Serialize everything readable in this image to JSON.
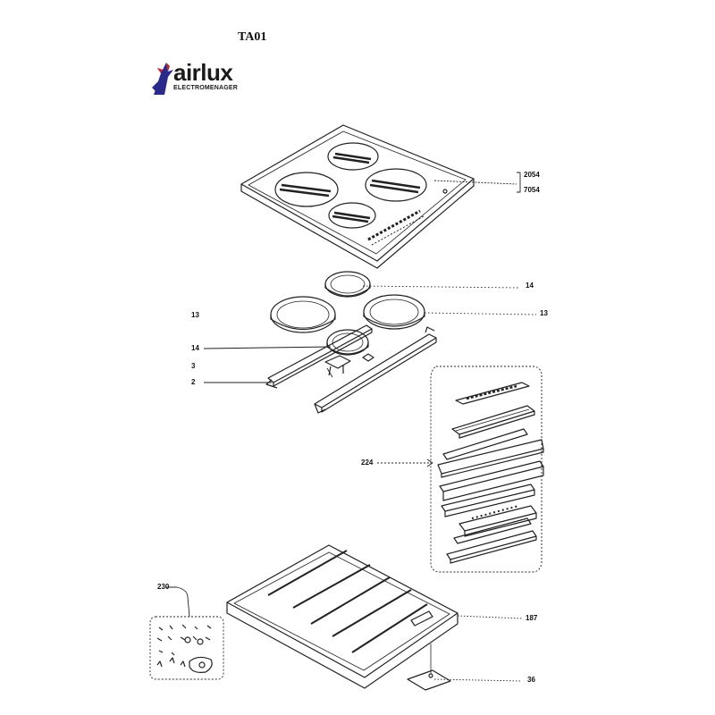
{
  "page": {
    "title": "TA01"
  },
  "brand": {
    "name": "airlux",
    "subtitle": "ELECTROMENAGER"
  },
  "callouts": [
    {
      "id": "hob-top-a",
      "label": "2054"
    },
    {
      "id": "hob-top-b",
      "label": "7054"
    },
    {
      "id": "small-ring-rear",
      "label": "14"
    },
    {
      "id": "large-ring-left",
      "label": "13"
    },
    {
      "id": "large-ring-right",
      "label": "13"
    },
    {
      "id": "small-ring-front",
      "label": "14"
    },
    {
      "id": "bracket",
      "label": "3"
    },
    {
      "id": "support-bar",
      "label": "2"
    },
    {
      "id": "control-board",
      "label": "224"
    },
    {
      "id": "hardware-kit",
      "label": "230"
    },
    {
      "id": "base-tray",
      "label": "187"
    },
    {
      "id": "bottom-plate",
      "label": "36"
    }
  ]
}
